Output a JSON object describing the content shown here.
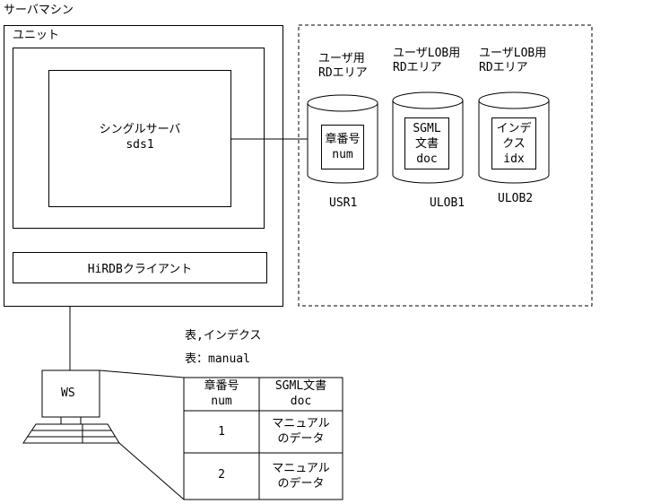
{
  "server_machine": {
    "label": "サーバマシン"
  },
  "unit": {
    "label": "ユニット"
  },
  "single_server": {
    "name": "シングルサーバ",
    "id": "sds1"
  },
  "client": {
    "label": "HiRDBクライアント"
  },
  "rd_areas": [
    {
      "type_line1": "ユーザ用",
      "type_line2": "RDエリア",
      "content_lines": [
        "章番号",
        "num"
      ],
      "name": "USR1"
    },
    {
      "type_line1": "ユーザLOB用",
      "type_line2": "RDエリア",
      "content_lines": [
        "SGML",
        "文書",
        "doc"
      ],
      "name": "ULOB1"
    },
    {
      "type_line1": "ユーザLOB用",
      "type_line2": "RDエリア",
      "content_lines": [
        "インデ",
        "クス",
        "idx"
      ],
      "name": "ULOB2"
    }
  ],
  "legend": {
    "line1": "表,インデクス",
    "line2": "表：manual"
  },
  "workstation": {
    "label": "WS"
  },
  "table": {
    "headers": [
      {
        "line1": "章番号",
        "line2": "num"
      },
      {
        "line1": "SGML文書",
        "line2": "doc"
      }
    ],
    "rows": [
      {
        "num": "1",
        "doc_line1": "マニュアル",
        "doc_line2": "のデータ"
      },
      {
        "num": "2",
        "doc_line1": "マニュアル",
        "doc_line2": "のデータ"
      }
    ]
  }
}
